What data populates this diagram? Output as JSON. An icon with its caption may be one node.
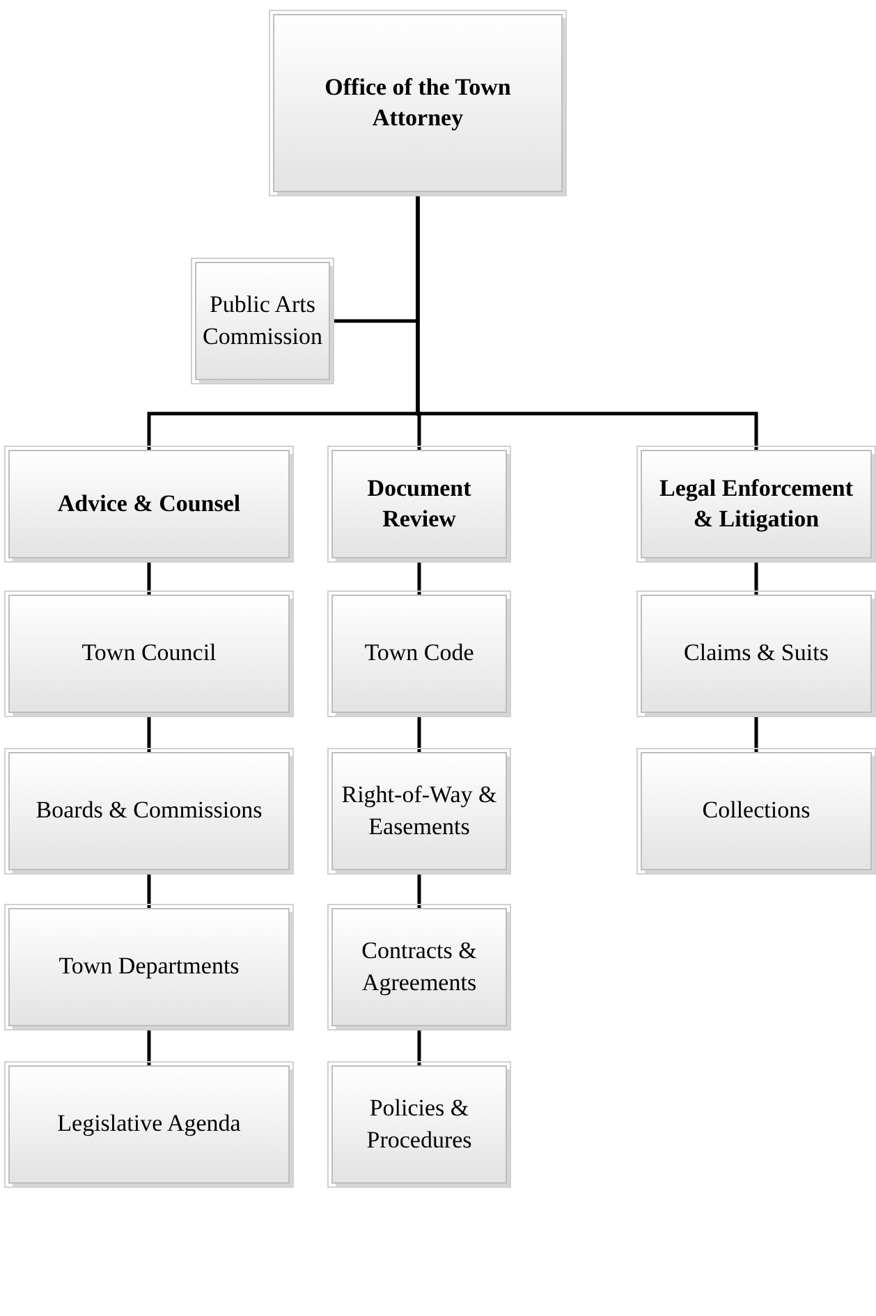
{
  "diagram": {
    "nodes": [
      {
        "text": [
          "Office of the Town Attorney"
        ]
      },
      {
        "text": [
          "Public Arts Commission"
        ]
      },
      {
        "text": [
          "Advice & Counsel"
        ]
      },
      {
        "text": [
          "Document Review"
        ]
      },
      {
        "text": [
          "Legal Enforcement & Litigation"
        ]
      },
      {
        "text": [
          "Town Council"
        ]
      },
      {
        "text": [
          "Boards & Commissions"
        ]
      },
      {
        "text": [
          "Town Departments"
        ]
      },
      {
        "text": [
          "Legislative Agenda"
        ]
      },
      {
        "text": [
          "Town Code"
        ]
      },
      {
        "text": [
          "Right-of-Way & Easements"
        ]
      },
      {
        "text": [
          "Contracts & Agreements"
        ]
      },
      {
        "text": [
          "Policies & Procedures"
        ]
      },
      {
        "text": [
          "Claims & Suits"
        ]
      },
      {
        "text": [
          "Collections"
        ]
      }
    ],
    "edges": [
      {
        "from": 1,
        "to": 0,
        "arrow": "none"
      },
      {
        "from": 0,
        "to": 2,
        "arrow": "none"
      },
      {
        "from": 0,
        "to": 3,
        "arrow": "none"
      },
      {
        "from": 0,
        "to": 4,
        "arrow": "none"
      },
      {
        "from": 2,
        "to": 5,
        "arrow": "none"
      },
      {
        "from": 5,
        "to": 6,
        "arrow": "none"
      },
      {
        "from": 6,
        "to": 7,
        "arrow": "none"
      },
      {
        "from": 7,
        "to": 8,
        "arrow": "none"
      },
      {
        "from": 3,
        "to": 9,
        "arrow": "none"
      },
      {
        "from": 9,
        "to": 10,
        "arrow": "none"
      },
      {
        "from": 10,
        "to": 11,
        "arrow": "none"
      },
      {
        "from": 11,
        "to": 12,
        "arrow": "none"
      },
      {
        "from": 4,
        "to": 13,
        "arrow": "none"
      },
      {
        "from": 13,
        "to": 14,
        "arrow": "none"
      }
    ]
  }
}
